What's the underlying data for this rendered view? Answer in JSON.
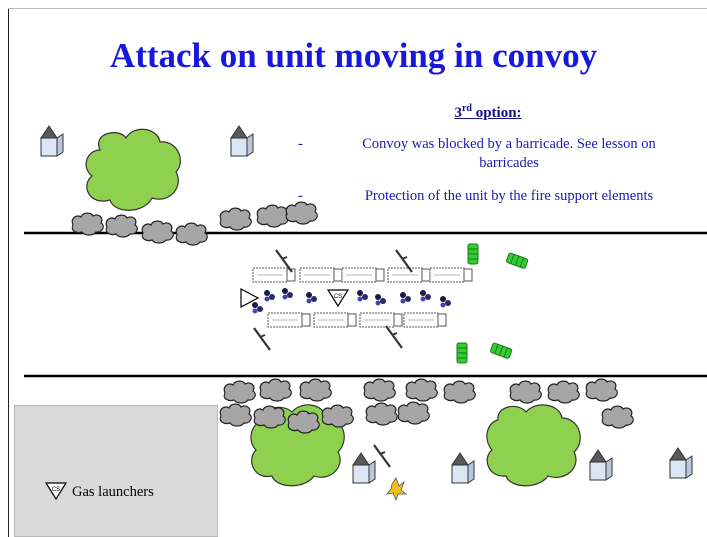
{
  "slide": {
    "title": "Attack on unit moving in convoy",
    "option": {
      "ordinal": "3",
      "suffix": "rd",
      "word": "option:"
    },
    "bullets": [
      {
        "dash": "-",
        "line1": "Convoy was blocked by a barricade.  See lesson on",
        "line2": "barricades"
      },
      {
        "dash": "-",
        "line1": "Protection of the unit by the fire support elements"
      }
    ],
    "legend": {
      "label": "Gas launchers",
      "icon": "gas-launcher-icon",
      "symbol": "CS"
    }
  },
  "colors": {
    "title": "#1818d8",
    "text": "#1a1ab0",
    "bush": "#8fd14f",
    "smoke": "#a6a6a6",
    "vehicle_green": "#33cc33",
    "house_roof": "#595959",
    "house_body": "#dbe6f4",
    "legend_bg": "#d9d9d9"
  }
}
